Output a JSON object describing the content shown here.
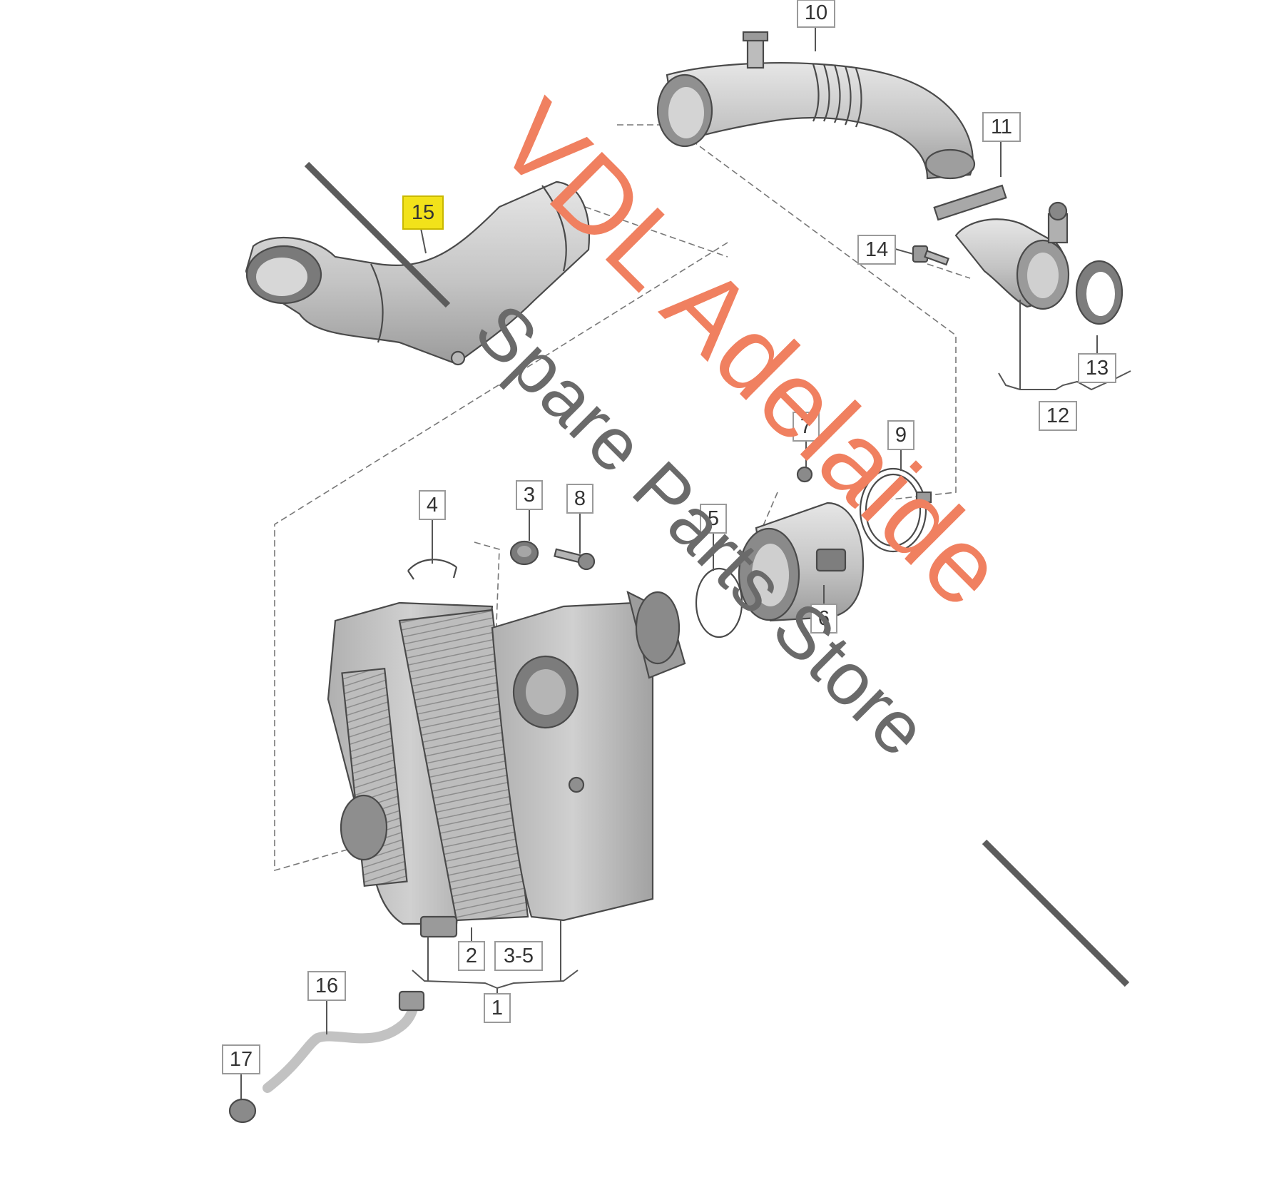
{
  "diagram": {
    "callouts": [
      {
        "id": "1",
        "highlight": false
      },
      {
        "id": "2",
        "highlight": false
      },
      {
        "id": "3-5",
        "highlight": false
      },
      {
        "id": "3",
        "highlight": false
      },
      {
        "id": "4",
        "highlight": false
      },
      {
        "id": "5",
        "highlight": false
      },
      {
        "id": "6",
        "highlight": false
      },
      {
        "id": "7",
        "highlight": false
      },
      {
        "id": "8",
        "highlight": false
      },
      {
        "id": "9",
        "highlight": false
      },
      {
        "id": "10",
        "highlight": false
      },
      {
        "id": "11",
        "highlight": false
      },
      {
        "id": "12",
        "highlight": false
      },
      {
        "id": "13",
        "highlight": false
      },
      {
        "id": "14",
        "highlight": false
      },
      {
        "id": "15",
        "highlight": true
      },
      {
        "id": "16",
        "highlight": false
      },
      {
        "id": "17",
        "highlight": false
      }
    ],
    "colors": {
      "highlight": "#f2e21a",
      "part_fill": "#c9c9c9",
      "part_dark": "#8e8e8e",
      "watermark_red": "#f08060",
      "watermark_grey": "#6a6a6a"
    }
  },
  "watermark": {
    "line1": "VDL Adelaide",
    "line2": "Spare Parts Store"
  }
}
